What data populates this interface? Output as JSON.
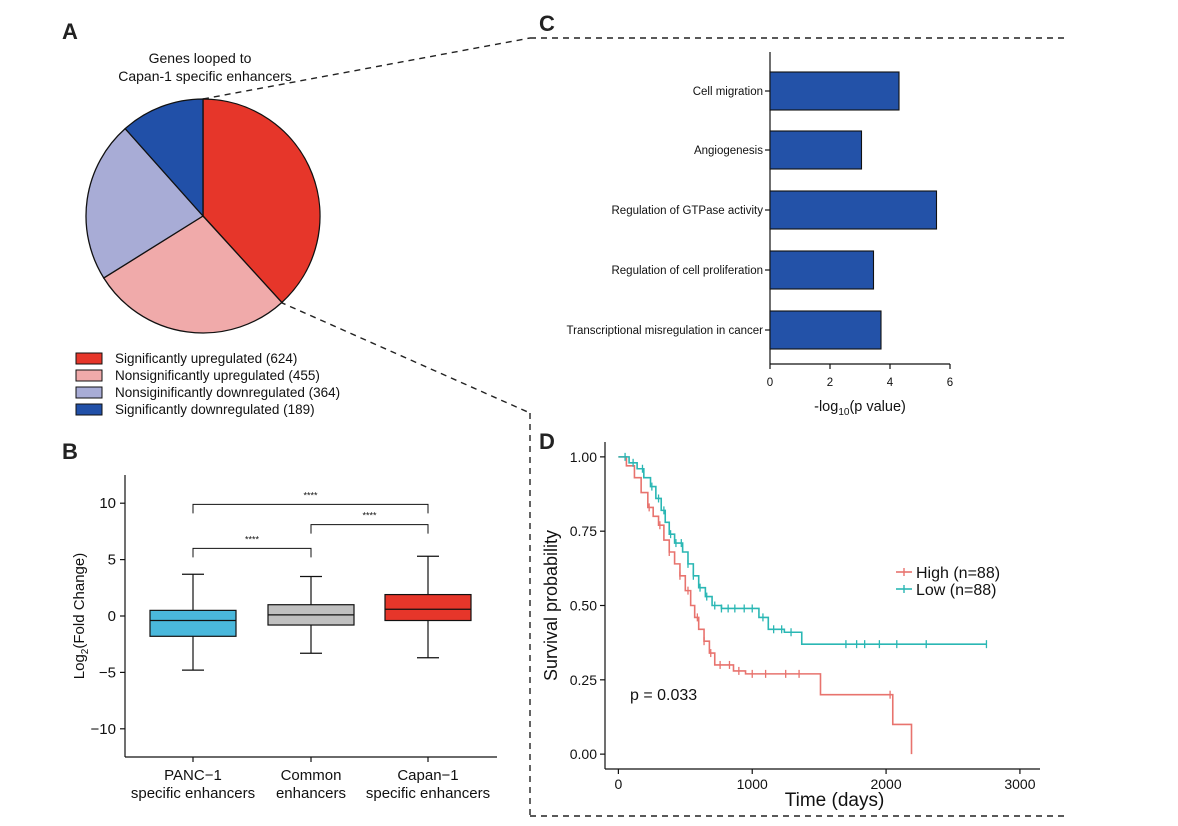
{
  "panels": {
    "A": "A",
    "B": "B",
    "C": "C",
    "D": "D"
  },
  "chart_data": [
    {
      "panel": "A",
      "type": "pie",
      "title_lines": [
        "Genes looped to",
        "Capan-1 specific enhancers"
      ],
      "slices": [
        {
          "label": "Significantly upregulated (624)",
          "value": 624,
          "color": "#e6362a"
        },
        {
          "label": "Nonsignificantly upregulated (455)",
          "value": 455,
          "color": "#f0aaaa"
        },
        {
          "label": "Nonsiginificantly downregulated (364)",
          "value": 364,
          "color": "#a8acd6"
        },
        {
          "label": "Significantly downregulated (189)",
          "value": 189,
          "color": "#2150a8"
        }
      ],
      "legend_placement": "bottom"
    },
    {
      "panel": "B",
      "type": "boxplot",
      "ylabel": "Log",
      "ylabel_sub": "2",
      "ylabel_rest": "(Fold Change)",
      "ylim": [
        -12.5,
        12.5
      ],
      "yticks": [
        "10",
        "5",
        "0",
        "−5",
        "−10"
      ],
      "ytick_values": [
        10,
        5,
        0,
        -5,
        -10
      ],
      "categories": [
        {
          "lines": [
            "PANC−1",
            "specific enhancers"
          ],
          "q1": -1.8,
          "median": -0.4,
          "q3": 0.5,
          "whisker_low": -4.8,
          "whisker_high": 3.7,
          "color": "#4ab8dc"
        },
        {
          "lines": [
            "Common",
            "enhancers"
          ],
          "q1": -0.8,
          "median": 0.1,
          "q3": 1.0,
          "whisker_low": -3.3,
          "whisker_high": 3.5,
          "color": "#c0c0c0"
        },
        {
          "lines": [
            "Capan−1",
            "specific enhancers"
          ],
          "q1": -0.4,
          "median": 0.6,
          "q3": 1.9,
          "whisker_low": -3.7,
          "whisker_high": 5.3,
          "color": "#e6362a"
        }
      ],
      "significance": [
        {
          "from": 0,
          "to": 2,
          "y": 9.9,
          "label": "****"
        },
        {
          "from": 1,
          "to": 2,
          "y": 8.1,
          "label": "****"
        },
        {
          "from": 0,
          "to": 1,
          "y": 6.0,
          "label": "****"
        }
      ],
      "grid": false
    },
    {
      "panel": "C",
      "type": "bar",
      "orientation": "horizontal",
      "categories": [
        "Cell migration",
        "Angiogenesis",
        "Regulation of GTPase activity",
        "Regulation of cell proliferation",
        "Transcriptional misregulation in cancer"
      ],
      "values": [
        4.3,
        3.05,
        5.55,
        3.45,
        3.7
      ],
      "xlabel_pre": "-log",
      "xlabel_sub": "10",
      "xlabel_post": "(p value)",
      "xlim": [
        0,
        6
      ],
      "xticks": [
        "0",
        "2",
        "4",
        "6"
      ],
      "xtick_values": [
        0,
        2,
        4,
        6
      ],
      "bar_color": "#2352a8",
      "grid": false
    },
    {
      "panel": "D",
      "type": "line",
      "subtype": "kaplan-meier",
      "xlabel": "Time (days)",
      "ylabel": "Survival probability",
      "xlim": [
        -100,
        3150
      ],
      "ylim": [
        -0.05,
        1.05
      ],
      "xticks": [
        "0",
        "1000",
        "2000",
        "3000"
      ],
      "xtick_values": [
        0,
        1000,
        2000,
        3000
      ],
      "yticks": [
        "0.00",
        "0.25",
        "0.50",
        "0.75",
        "1.00"
      ],
      "ytick_values": [
        0,
        0.25,
        0.5,
        0.75,
        1.0
      ],
      "annotation": "p = 0.033",
      "legend_placement": "right",
      "series": [
        {
          "name": "High (n=88)",
          "color": "#e8736e",
          "steps": [
            [
              0,
              1.0
            ],
            [
              60,
              0.97
            ],
            [
              120,
              0.93
            ],
            [
              170,
              0.88
            ],
            [
              220,
              0.83
            ],
            [
              260,
              0.8
            ],
            [
              300,
              0.77
            ],
            [
              340,
              0.72
            ],
            [
              380,
              0.68
            ],
            [
              420,
              0.64
            ],
            [
              460,
              0.6
            ],
            [
              500,
              0.55
            ],
            [
              540,
              0.5
            ],
            [
              570,
              0.46
            ],
            [
              600,
              0.42
            ],
            [
              640,
              0.38
            ],
            [
              680,
              0.34
            ],
            [
              720,
              0.3
            ],
            [
              860,
              0.28
            ],
            [
              950,
              0.27
            ],
            [
              1510,
              0.2
            ],
            [
              2050,
              0.1
            ],
            [
              2190,
              0.0
            ]
          ],
          "censor_x": [
            230,
            310,
            380,
            460,
            520,
            590,
            640,
            690,
            760,
            830,
            900,
            1000,
            1100,
            1250,
            1350,
            2030
          ]
        },
        {
          "name": "Low (n=88)",
          "color": "#2ab7b4",
          "steps": [
            [
              0,
              1.0
            ],
            [
              80,
              0.98
            ],
            [
              140,
              0.96
            ],
            [
              190,
              0.93
            ],
            [
              240,
              0.9
            ],
            [
              280,
              0.86
            ],
            [
              320,
              0.82
            ],
            [
              350,
              0.78
            ],
            [
              380,
              0.74
            ],
            [
              420,
              0.71
            ],
            [
              480,
              0.68
            ],
            [
              520,
              0.64
            ],
            [
              560,
              0.6
            ],
            [
              600,
              0.56
            ],
            [
              650,
              0.53
            ],
            [
              700,
              0.5
            ],
            [
              770,
              0.49
            ],
            [
              1050,
              0.46
            ],
            [
              1120,
              0.42
            ],
            [
              1240,
              0.41
            ],
            [
              1370,
              0.37
            ]
          ],
          "censor_x": [
            50,
            110,
            180,
            250,
            300,
            340,
            390,
            430,
            470,
            520,
            560,
            610,
            660,
            720,
            770,
            820,
            870,
            940,
            1000,
            1080,
            1160,
            1220,
            1290,
            1700,
            1780,
            1840,
            1950,
            2080,
            2300,
            2750
          ]
        }
      ]
    }
  ]
}
